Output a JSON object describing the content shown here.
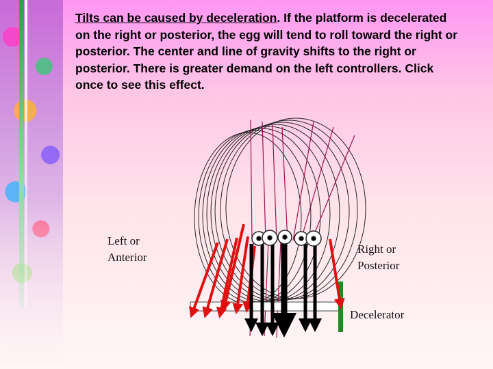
{
  "slide": {
    "body_link": "Tilts can be caused by deceleration",
    "body_rest": ". If the platform is decelerated on the right or posterior, the egg will tend to roll toward the right or posterior.  The center and line of gravity shifts to the right or posterior. There is greater demand on the left controllers.   Click once to see this effect."
  },
  "diagram": {
    "left_label": [
      "Left or",
      "Anterior"
    ],
    "right_label": [
      "Right or",
      "Posterior"
    ],
    "decelerator_label": "Decelerator"
  },
  "colors": {
    "red_arrows": "#e01010",
    "black_arrows": "#000000",
    "decelerator_bar": "#1f8a1f",
    "thin_lines": "#a01050"
  }
}
